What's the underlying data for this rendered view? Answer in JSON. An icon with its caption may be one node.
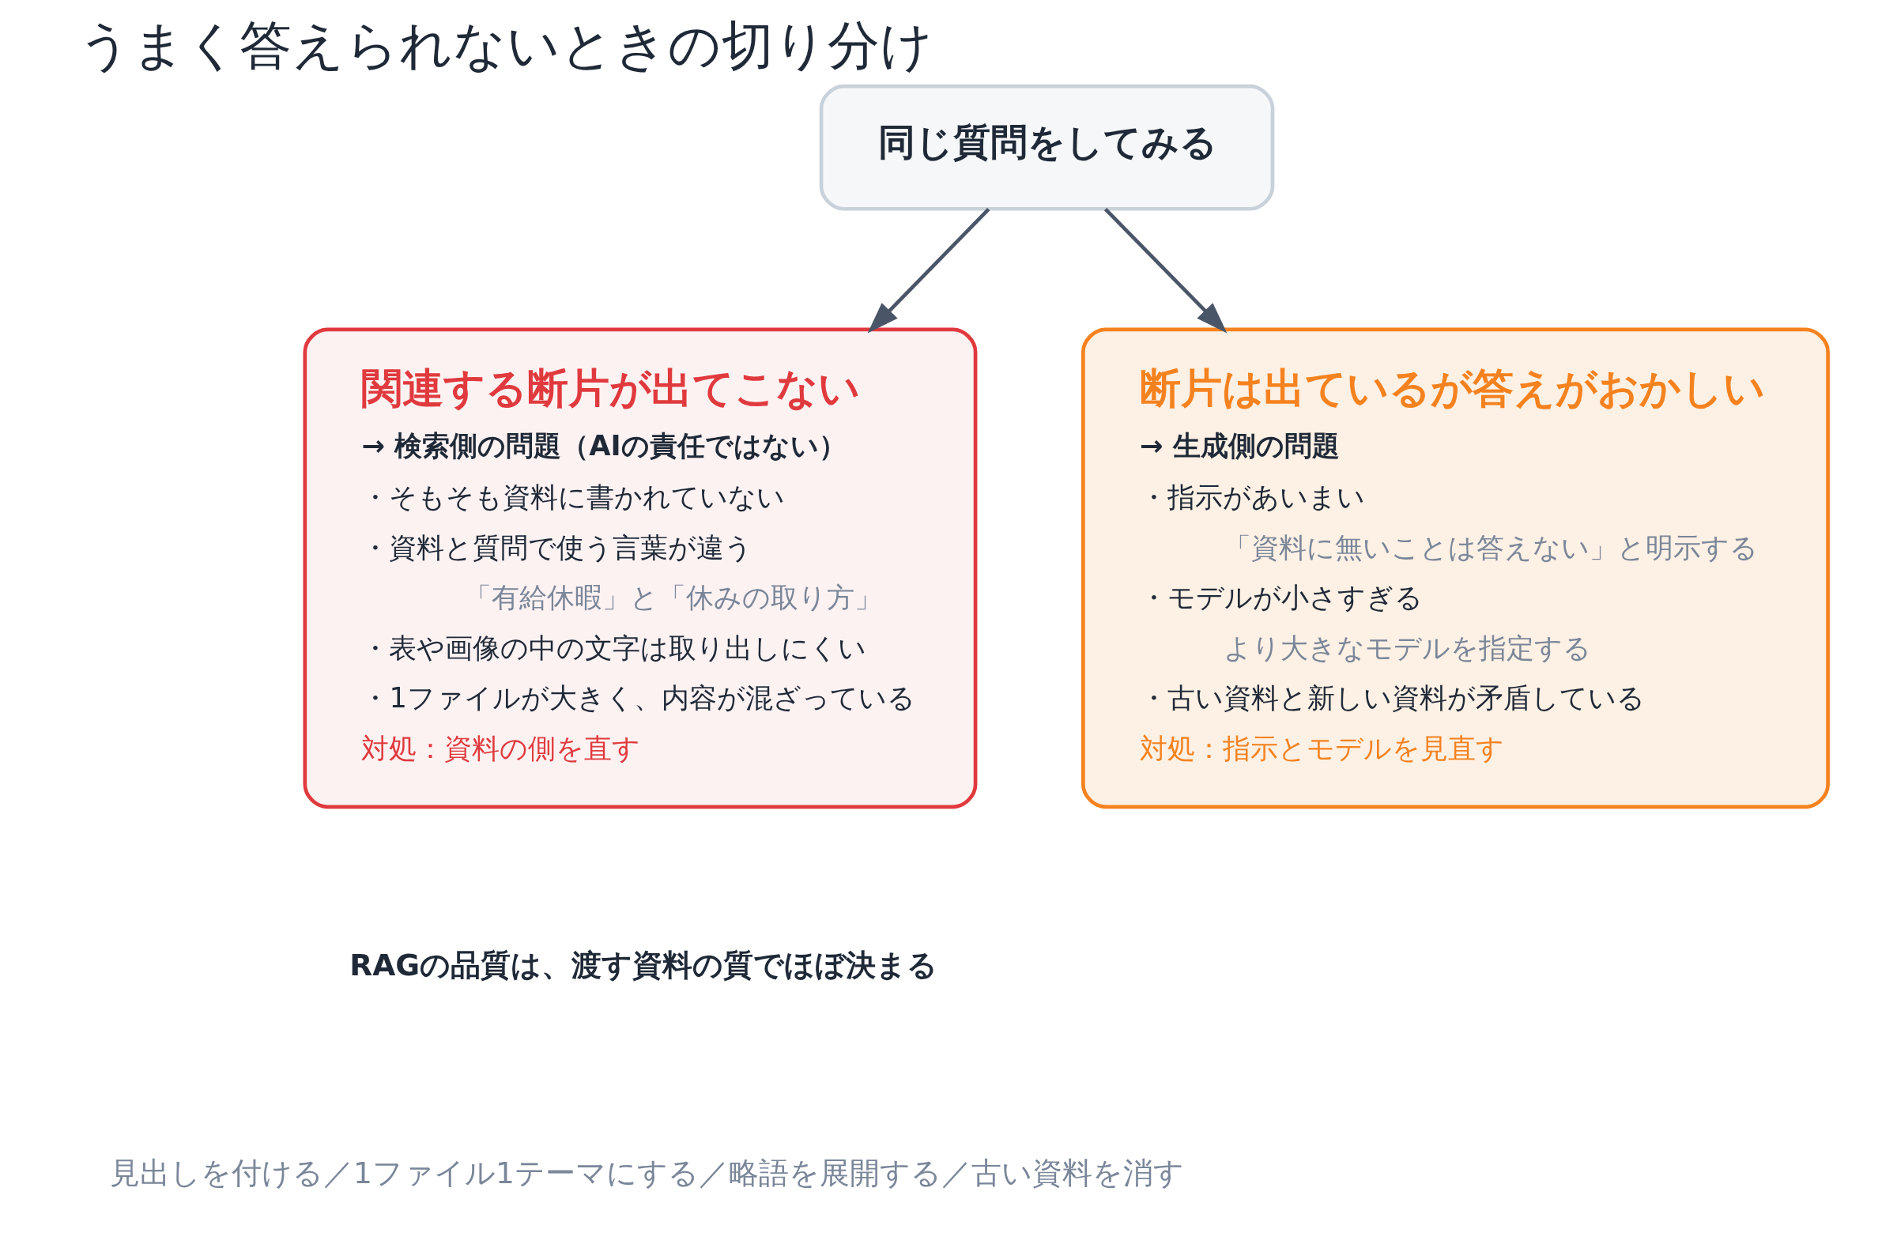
{
  "diagram": {
    "title": "うまく答えられないときの切り分け",
    "nodes": [
      {
        "text": [
          "同じ質問をしてみる"
        ]
      },
      {
        "text": [
          "関連する断片が出てこない",
          "→ 検索側の問題（AIの責任ではない）",
          "・そもそも資料に書かれていない",
          "・資料と質問で使う言葉が違う",
          "「有給休暇」と「休みの取り方」",
          "・表や画像の中の文字は取り出しにくい",
          "・1ファイルが大きく、内容が混ざっている",
          "対処：資料の側を直す"
        ]
      },
      {
        "text": [
          "断片は出ているが答えがおかしい",
          "→ 生成側の問題",
          "・指示があいまい",
          "「資料に無いことは答えない」と明示する",
          "・モデルが小さすぎる",
          "より大きなモデルを指定する",
          "・古い資料と新しい資料が矛盾している",
          "対処：指示とモデルを見直す"
        ]
      }
    ],
    "edges": [
      {
        "from": 0,
        "to": 1,
        "arrow": "to"
      },
      {
        "from": 0,
        "to": 2,
        "arrow": "to"
      }
    ],
    "labels": [
      "RAGの品質は、渡す資料の質でほぼ決まる",
      "見出しを付ける／1ファイル1テーマにする／略語を展開する／古い資料を消す"
    ]
  }
}
